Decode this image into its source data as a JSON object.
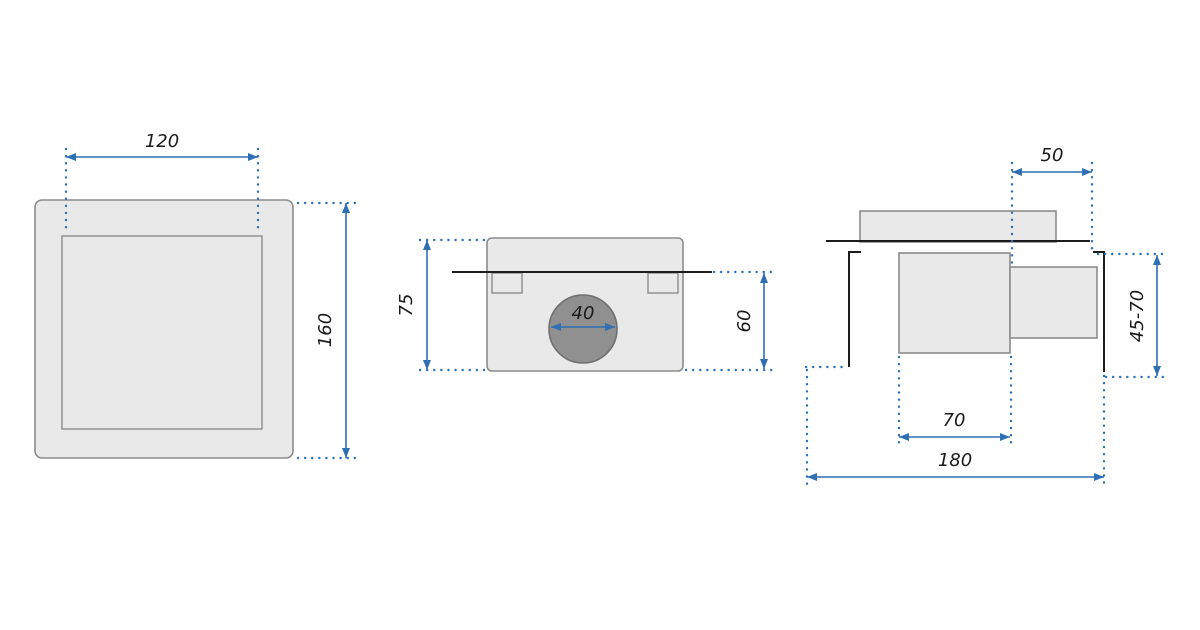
{
  "colors": {
    "background": "#ffffff",
    "dimension": "#2f6fb3",
    "shape-fill": "#e9e9e9",
    "shape-stroke": "#8c8c8c",
    "circle-fill": "#909090",
    "circle-stroke": "#6f6f6f",
    "outline": "#1c1c1c",
    "text": "#1a1a1a"
  },
  "views": {
    "top": {
      "width": "120",
      "height": "160"
    },
    "front": {
      "height": "75",
      "pipe_diameter": "40",
      "depth": "60"
    },
    "side": {
      "outlet_length": "50",
      "adjust_range": "45-70",
      "body_width": "70",
      "total_width": "180"
    }
  }
}
